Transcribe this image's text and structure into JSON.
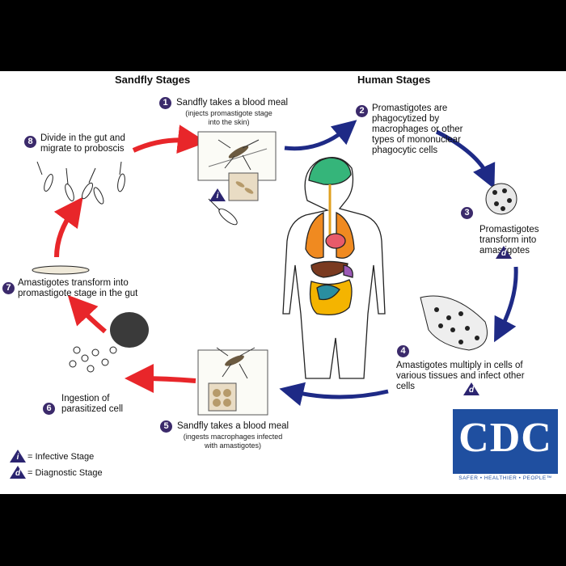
{
  "headers": {
    "sandfly": "Sandfly Stages",
    "human": "Human Stages"
  },
  "steps": [
    {
      "num": "1",
      "text": "Sandfly takes a blood meal",
      "sub": "(injects promastigote stage into the skin)"
    },
    {
      "num": "2",
      "text": "Promastigotes are phagocytized by macrophages or other types of mononuclear phagocytic cells"
    },
    {
      "num": "3",
      "text": "Promastigotes transform into amastigotes"
    },
    {
      "num": "4",
      "text": "Amastigotes multiply in cells of various tissues and infect other cells"
    },
    {
      "num": "5",
      "text": "Sandfly takes a blood meal",
      "sub": "(ingests macrophages infected with amastigotes)"
    },
    {
      "num": "6",
      "text": "Ingestion of parasitized cell"
    },
    {
      "num": "7",
      "text": "Amastigotes transform into promastigote stage in the gut"
    },
    {
      "num": "8",
      "text": "Divide in the gut and migrate to proboscis"
    }
  ],
  "stage_letters": {
    "infective": "i",
    "diagnostic": "d"
  },
  "legend": {
    "infective": "= Infective Stage",
    "diagnostic": "= Diagnostic Stage"
  },
  "logo": {
    "text": "CDC",
    "slogan": "SAFER • HEALTHIER • PEOPLE™"
  },
  "colors": {
    "sandfly_arrow": "#e8262a",
    "human_arrow": "#1e2a86",
    "badge": "#3b2a6b",
    "cdc_blue": "#1f4fa0"
  }
}
